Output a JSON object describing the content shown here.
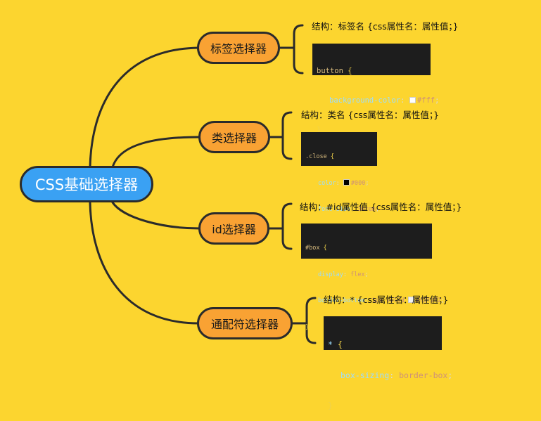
{
  "root": {
    "label": "CSS基础选择器"
  },
  "branches": [
    {
      "label": "标签选择器",
      "structure": "结构：标签名 {css属性名：属性值；}",
      "code": {
        "selector": "button",
        "open": "{",
        "lines": [
          {
            "prop": "background-color",
            "colon": ":",
            "swatch": "#ffffff",
            "value": "#fff",
            "end": ";"
          }
        ],
        "close": "}"
      }
    },
    {
      "label": "类选择器",
      "structure": "结构：类名 {css属性名：属性值；}",
      "code": {
        "selector": ".close",
        "open": "{",
        "lines": [
          {
            "prop": "color",
            "colon": ":",
            "swatch": "#000000",
            "value": "#000",
            "end": ";"
          },
          {
            "prop": "font-size",
            "colon": ":",
            "value": "36rem",
            "end": ";"
          }
        ],
        "close": "}"
      }
    },
    {
      "label": "id选择器",
      "structure": "结构：#id属性值 {css属性名：属性值；}",
      "code": {
        "selector": "#box",
        "open": "{",
        "lines": [
          {
            "prop": "display",
            "colon": ":",
            "value": "flex",
            "end": ";"
          },
          {
            "prop": "border-bottom",
            "colon": ":",
            "value": "1px solid",
            "swatch": "#f2f2f2",
            "value2": "#f2f2f2",
            "end": ";"
          }
        ],
        "close": "}"
      }
    },
    {
      "label": "通配符选择器",
      "structure": "结构：* {css属性名：属性值；}",
      "code": {
        "selector": "*",
        "open": "{",
        "lines": [
          {
            "prop": "box-sizing",
            "colon": ":",
            "value": "border-box",
            "end": ";"
          }
        ],
        "close": "}"
      }
    }
  ],
  "colors": {
    "background": "#fcd52f",
    "root_fill": "#3aa1f3",
    "branch_fill": "#f9a233",
    "connector": "#2b2b2b",
    "code_bg": "#1d1d1d"
  }
}
